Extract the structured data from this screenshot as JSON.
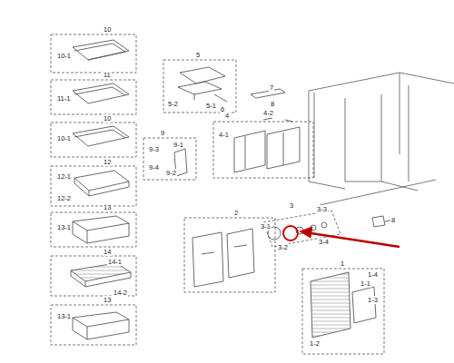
{
  "diagram": {
    "labels": [
      "10",
      "10-1",
      "11",
      "11-1",
      "10",
      "10-1",
      "12",
      "12-1",
      "12-2",
      "13",
      "13-1",
      "14",
      "14-1",
      "14-2",
      "13",
      "13-1",
      "5",
      "5-2",
      "5-1",
      "6",
      "7",
      "4",
      "4-2",
      "4-1",
      "9",
      "9-1",
      "9-3",
      "9-4",
      "9-2",
      "8",
      "2",
      "3",
      "3-1",
      "3-3",
      "3-2",
      "3-4",
      "8",
      "1",
      "1-4",
      "1-1",
      "1-3",
      "1-2"
    ]
  }
}
